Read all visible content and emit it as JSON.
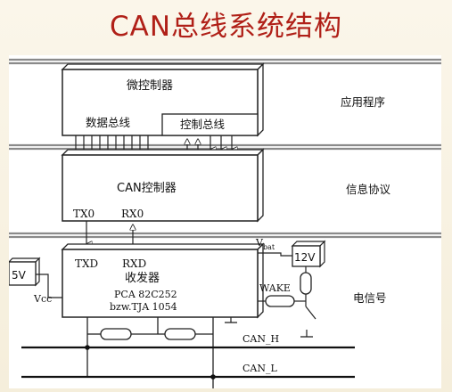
{
  "title": "CAN总线系统结构",
  "layers": {
    "application": "应用程序",
    "protocol": "信息协议",
    "electrical": "电信号"
  },
  "microcontroller": {
    "label": "微控制器",
    "data_bus": "数据总线",
    "control_bus": "控制总线"
  },
  "can_controller": {
    "label": "CAN控制器",
    "tx": "TX0",
    "rx": "RX0"
  },
  "transceiver": {
    "txd": "TXD",
    "rxd": "RXD",
    "label": "收发器",
    "chip1": "PCA 82C252",
    "chip2": "bzw.TJA 1054",
    "vbat": "V",
    "vbat_sub": "bat",
    "wake": "WAKE"
  },
  "power": {
    "v5": "5V",
    "vcc": "Vcc",
    "v12": "12V"
  },
  "bus": {
    "can_h": "CAN_H",
    "can_l": "CAN_L"
  }
}
